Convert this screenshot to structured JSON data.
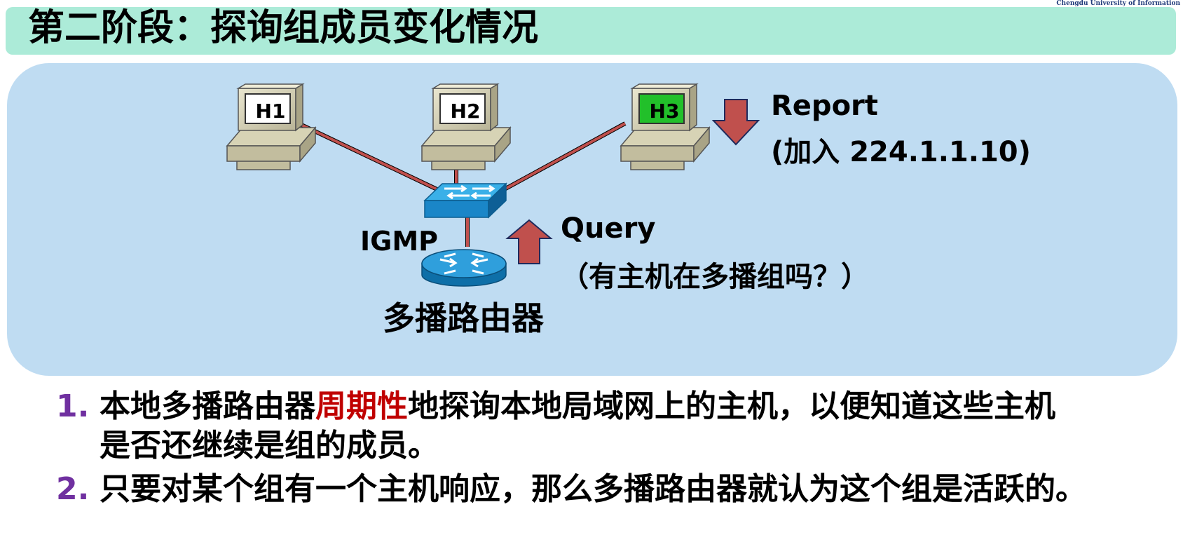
{
  "title": "第二阶段：探询组成员变化情况",
  "logo_text": "Chengdu University of Information",
  "diagram": {
    "hosts": [
      {
        "label": "H1",
        "active": false
      },
      {
        "label": "H2",
        "active": false
      },
      {
        "label": "H3",
        "active": true
      }
    ],
    "report_label": "Report",
    "report_detail": "(加入 224.1.1.10)",
    "query_label": "Query",
    "query_detail": "（有主机在多播组吗？）",
    "igmp_label": "IGMP",
    "router_label": "多播路由器",
    "colors": {
      "link": "#c0504d",
      "arrow": "#c0504d",
      "switch": "#1e90d0",
      "active_screen": "#22c02a"
    }
  },
  "bullets": [
    {
      "number": "1.",
      "text_before": "本地多播路由器",
      "highlight": "周期性",
      "text_after_line1": "地探询本地局域网上的主机，以便知道这些主机",
      "text_line2": "是否还继续是组的成员。"
    },
    {
      "number": "2.",
      "text": "只要对某个组有一个主机响应，那么多播路由器就认为这个组是活跃的。"
    }
  ]
}
